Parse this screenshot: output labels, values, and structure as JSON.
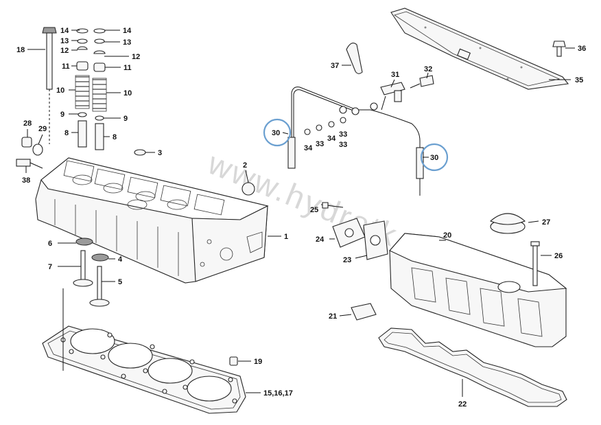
{
  "watermark": "www.hydrotk.sk",
  "colors": {
    "highlight_circle": "#6a9fd0",
    "line": "#111111",
    "part_fill": "#f7f7f7"
  },
  "callouts": {
    "c1": "1",
    "c2": "2",
    "c3": "3",
    "c4": "4",
    "c5": "5",
    "c6": "6",
    "c7": "7",
    "c8a": "8",
    "c8b": "8",
    "c9a": "9",
    "c9b": "9",
    "c10a": "10",
    "c10b": "10",
    "c11a": "11",
    "c11b": "11",
    "c12a": "12",
    "c12b": "12",
    "c13a": "13",
    "c13b": "13",
    "c14a": "14",
    "c14b": "14",
    "c15": "15,16,17",
    "c18": "18",
    "c19": "19",
    "c20": "20",
    "c21": "21",
    "c22": "22",
    "c23": "23",
    "c24": "24",
    "c25": "25",
    "c26": "26",
    "c27": "27",
    "c28": "28",
    "c29": "29",
    "c30a": "30",
    "c30b": "30",
    "c31": "31",
    "c32": "32",
    "c33a": "33",
    "c33b": "33",
    "c33c": "33",
    "c34a": "34",
    "c34b": "34",
    "c35": "35",
    "c36": "36",
    "c37": "37",
    "c38": "38"
  }
}
